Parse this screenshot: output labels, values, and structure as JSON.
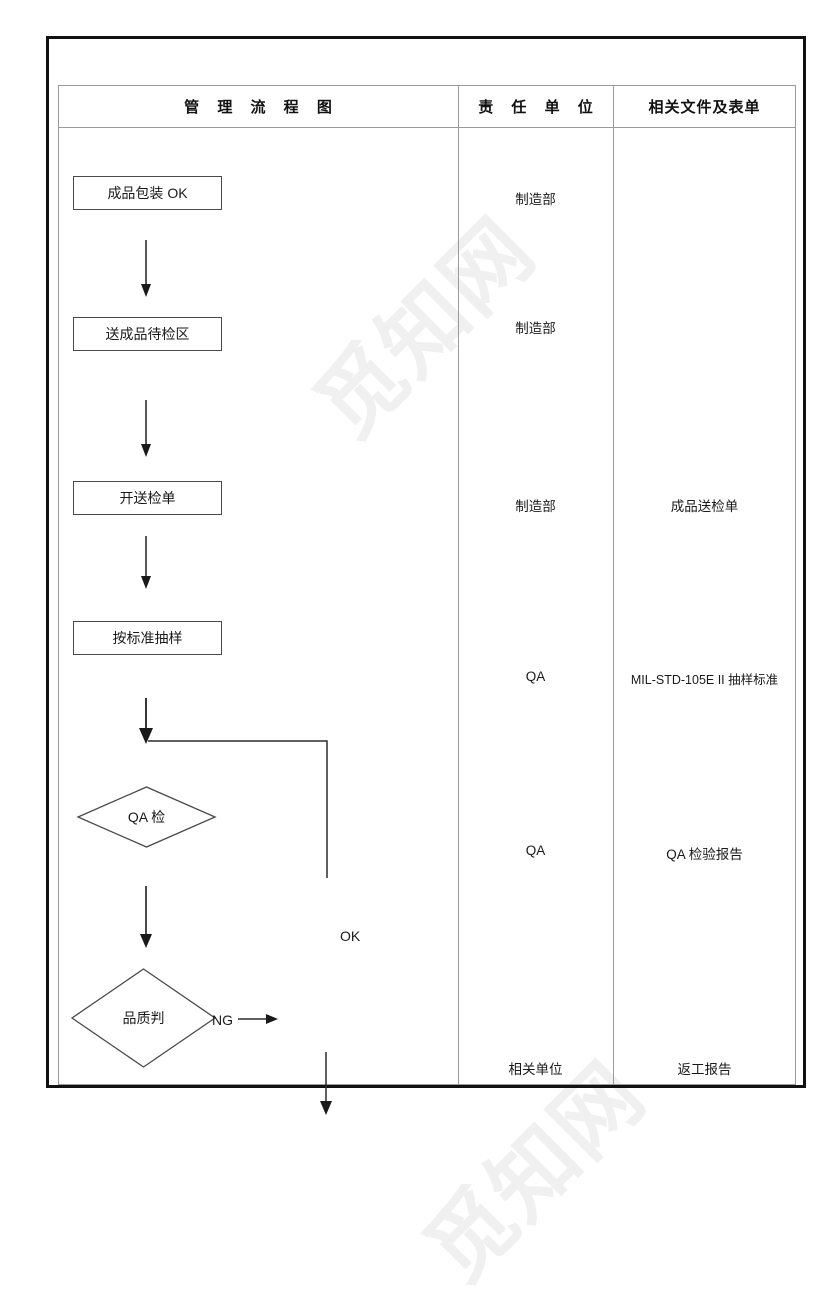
{
  "watermarks": {
    "main": "觅知网",
    "bottom": "觅知网"
  },
  "table": {
    "headers": {
      "flow": "管 理 流 程 图",
      "owner": "责 任 单 位",
      "docs": "相关文件及表单"
    }
  },
  "flow": {
    "nodes": [
      {
        "id": "pack-ok",
        "shape": "process",
        "label": "成品包装 OK"
      },
      {
        "id": "send-area",
        "shape": "process",
        "label": "送成品待检区"
      },
      {
        "id": "inspect-form",
        "shape": "process",
        "label": "开送检单"
      },
      {
        "id": "sampling",
        "shape": "process",
        "label": "按标准抽样"
      },
      {
        "id": "qa-check",
        "shape": "decision",
        "label": "QA 检"
      },
      {
        "id": "quality-judge",
        "shape": "decision",
        "label": "品质判"
      }
    ],
    "edge_labels": {
      "ok": "OK",
      "ng": "NG"
    }
  },
  "rows": [
    {
      "owner": "制造部",
      "doc": ""
    },
    {
      "owner": "制造部",
      "doc": ""
    },
    {
      "owner": "制造部",
      "doc": "成品送检单"
    },
    {
      "owner": "QA",
      "doc": "MIL-STD-105E II 抽样标准"
    },
    {
      "owner": "QA",
      "doc": "QA 检验报告"
    },
    {
      "owner": "相关单位",
      "doc": "返工报告"
    }
  ],
  "colors": {
    "frame": "#111111",
    "grid": "#9a9a9a",
    "shape_stroke": "#4a4a4a",
    "line": "#2b2b2b",
    "watermark": "#f0f0f0",
    "text": "#1a1a1a"
  }
}
